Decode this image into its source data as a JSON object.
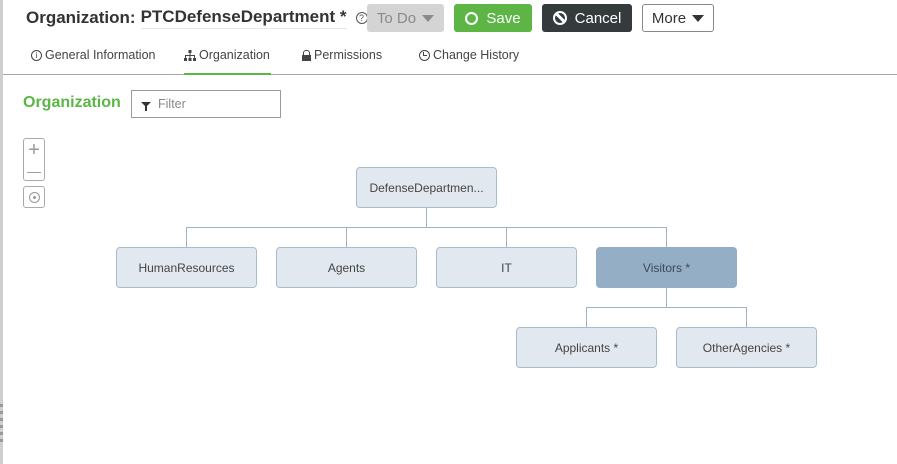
{
  "header": {
    "title_label": "Organization:",
    "title_value": "PTCDefenseDepartment *",
    "help_icon": "?"
  },
  "toolbar": {
    "todo_label": "To Do",
    "save_label": "Save",
    "cancel_label": "Cancel",
    "more_label": "More"
  },
  "tabs": [
    {
      "label": "General Information",
      "icon": "info-icon",
      "active": false
    },
    {
      "label": "Organization",
      "icon": "org-chart-icon",
      "active": true
    },
    {
      "label": "Permissions",
      "icon": "lock-icon",
      "active": false
    },
    {
      "label": "Change History",
      "icon": "clock-icon",
      "active": false
    }
  ],
  "section": {
    "title": "Organization",
    "filter_placeholder": "Filter"
  },
  "zoom_controls": {
    "zoom_in": "+",
    "zoom_out": "—"
  },
  "org_chart": {
    "root": {
      "label": "DefenseDepartmen..."
    },
    "level1": [
      {
        "label": "HumanResources"
      },
      {
        "label": "Agents"
      },
      {
        "label": "IT"
      },
      {
        "label": "Visitors *",
        "selected": true
      }
    ],
    "level2": [
      {
        "label": "Applicants *"
      },
      {
        "label": "OtherAgencies *"
      }
    ]
  },
  "colors": {
    "accent_green": "#5cb545",
    "cancel_dark": "#353b3d",
    "node_fill": "#e2e8f0",
    "node_selected": "#93aec5"
  }
}
